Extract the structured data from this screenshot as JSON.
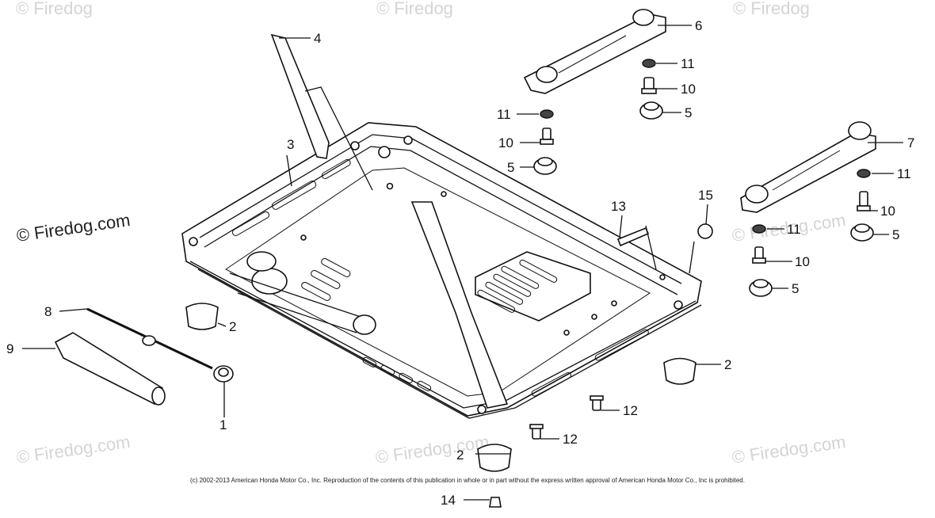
{
  "watermark": {
    "text": "© Firedog.com",
    "partial_top": "© Firedog"
  },
  "callouts": {
    "c1": "1",
    "c2a": "2",
    "c2b": "2",
    "c2c": "2",
    "c3": "3",
    "c4": "4",
    "c5a": "5",
    "c5b": "5",
    "c5c": "5",
    "c5d": "5",
    "c6": "6",
    "c7": "7",
    "c8": "8",
    "c9": "9",
    "c10a": "10",
    "c10b": "10",
    "c10c": "10",
    "c10d": "10",
    "c11a": "11",
    "c11b": "11",
    "c11c": "11",
    "c11d": "11",
    "c12a": "12",
    "c12b": "12",
    "c13": "13",
    "c14": "14",
    "c15": "15"
  },
  "copyright": "(c) 2002-2013 American Honda Motor Co., Inc. Reproduction of the contents of this publication in whole or in part without the express written approval of American Honda Motor Co., Inc is prohibited."
}
